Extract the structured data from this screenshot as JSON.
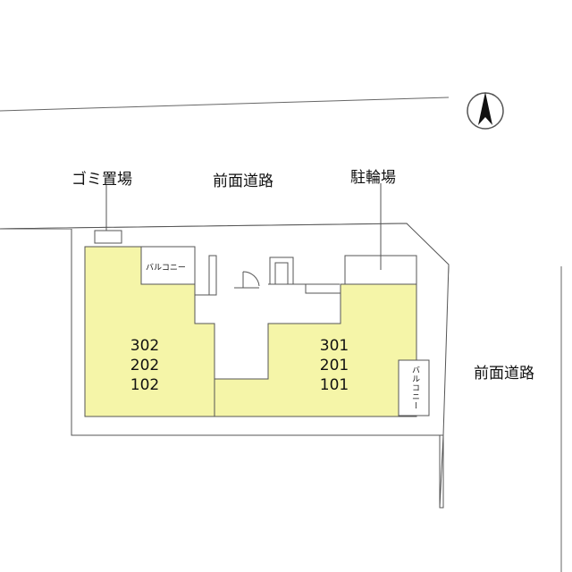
{
  "labels": {
    "garbage": "ゴミ置場",
    "road_top": "前面道路",
    "bicycle": "駐輪場",
    "road_right": "前面道路",
    "balcony_left": "バルコニー",
    "balcony_right": "バルコニー"
  },
  "units": {
    "left": [
      "302",
      "202",
      "102"
    ],
    "right": [
      "301",
      "201",
      "101"
    ]
  },
  "colors": {
    "building": "#f5f5a8",
    "line": "#555555"
  },
  "compass": {
    "icon": "north-arrow-icon"
  }
}
